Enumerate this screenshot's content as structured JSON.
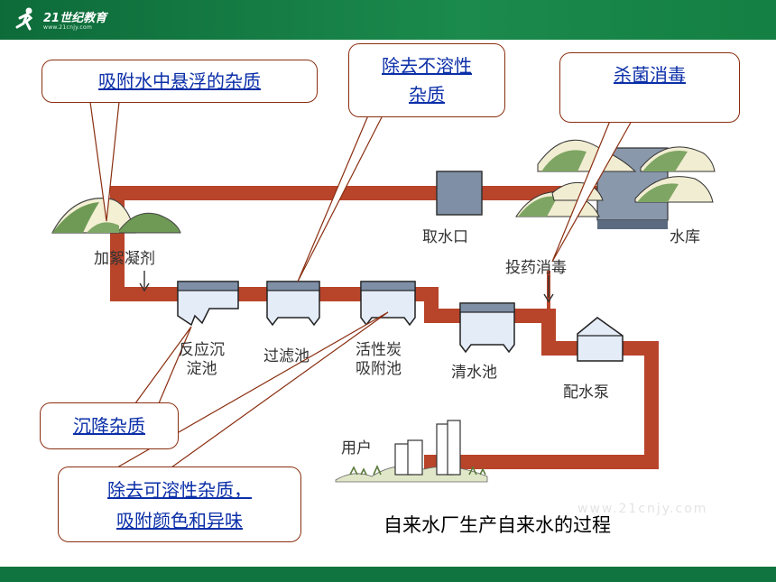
{
  "header": {
    "logo_text": "21世纪教育",
    "logo_sub": "www.21cnjy.com"
  },
  "diagram": {
    "labels": {
      "intake": "取水口",
      "reservoir": "水库",
      "coagulant": "加絮凝剂",
      "disinfect": "投药消毒",
      "sedimentation_line1": "反应沉",
      "sedimentation_line2": "淀池",
      "filter": "过滤池",
      "carbon_line1": "活性炭",
      "carbon_line2": "吸附池",
      "clear_water": "清水池",
      "pump": "配水泵",
      "users": "用户"
    },
    "callouts": {
      "adsorb_suspended": "吸附水中悬浮的杂质",
      "remove_insoluble_line1": "除去不溶性",
      "remove_insoluble_line2": "杂质",
      "sterilize": "杀菌消毒",
      "settle": "沉降杂质",
      "remove_soluble_line1": "除去可溶性杂质，",
      "remove_soluble_line2": "吸附颜色和异味"
    },
    "caption": "自来水厂生产自来水的过程",
    "watermark": "www.21cnjy.com"
  },
  "colors": {
    "header_green": "#1b8a4c",
    "pipe": "#b8442a",
    "callout_border": "#8a2e10",
    "callout_text": "#0b2fa8"
  }
}
